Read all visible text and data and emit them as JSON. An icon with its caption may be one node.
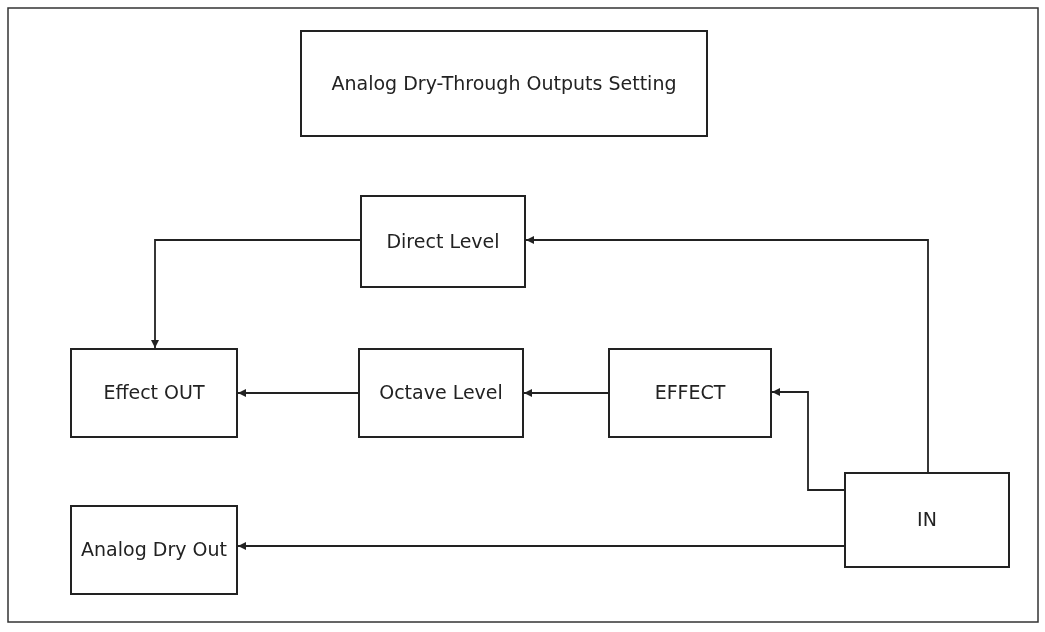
{
  "diagram": {
    "nodes": [
      {
        "text": [
          "Analog Dry-Through Outputs Setting"
        ]
      },
      {
        "text": [
          "Direct Level"
        ]
      },
      {
        "text": [
          "Effect OUT"
        ]
      },
      {
        "text": [
          "Octave Level"
        ]
      },
      {
        "text": [
          "EFFECT"
        ]
      },
      {
        "text": [
          "Analog Dry Out"
        ]
      },
      {
        "text": [
          "IN"
        ]
      }
    ],
    "edges": [
      {
        "from": 6,
        "to": 1,
        "arrow": "to"
      },
      {
        "from": 1,
        "to": 2,
        "arrow": "to"
      },
      {
        "from": 4,
        "to": 3,
        "arrow": "to"
      },
      {
        "from": 3,
        "to": 2,
        "arrow": "to"
      },
      {
        "from": 6,
        "to": 4,
        "arrow": "to"
      },
      {
        "from": 6,
        "to": 5,
        "arrow": "to"
      }
    ]
  }
}
